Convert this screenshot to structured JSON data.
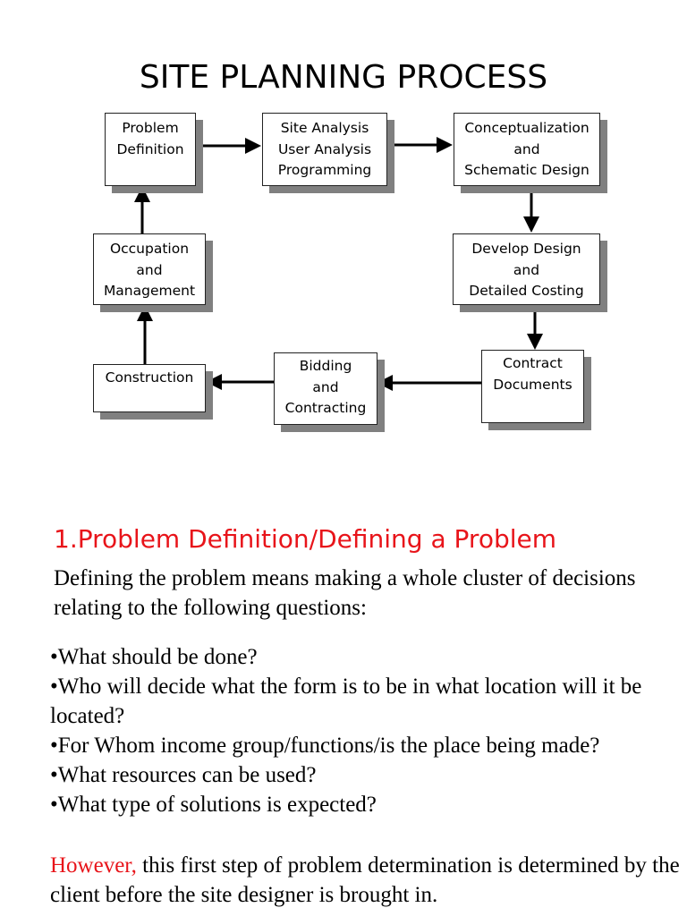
{
  "title": "SITE PLANNING PROCESS",
  "diagram": {
    "boxes": {
      "problem_definition": [
        "Problem",
        "Definition"
      ],
      "site_analysis": [
        "Site Analysis",
        "User Analysis",
        "Programming"
      ],
      "conceptualization": [
        "Conceptualization",
        "and",
        "Schematic Design"
      ],
      "develop_design": [
        "Develop Design",
        "and",
        "Detailed Costing"
      ],
      "contract_documents": [
        "Contract",
        "Documents"
      ],
      "bidding": [
        "Bidding",
        "and",
        "Contracting"
      ],
      "construction": [
        "Construction"
      ],
      "occupation": [
        "Occupation",
        "and",
        "Management"
      ]
    }
  },
  "section": {
    "heading": "1.Problem Definition/Defining a Problem",
    "intro": "Defining the problem means making a whole cluster of decisions relating to the following questions:",
    "bullets": [
      "•What should be done?",
      "•Who will decide what the form is to be in what location will it be located?",
      "•For Whom  income group/functions/is the place being made?",
      "•What resources can be used?",
      "•What type of solutions is expected?"
    ],
    "note_highlight": "However,",
    "note_rest": " this first step of problem determination is determined by the client before the site designer is brought in."
  },
  "colors": {
    "accent": "#e8141a",
    "shadow": "#808080"
  }
}
